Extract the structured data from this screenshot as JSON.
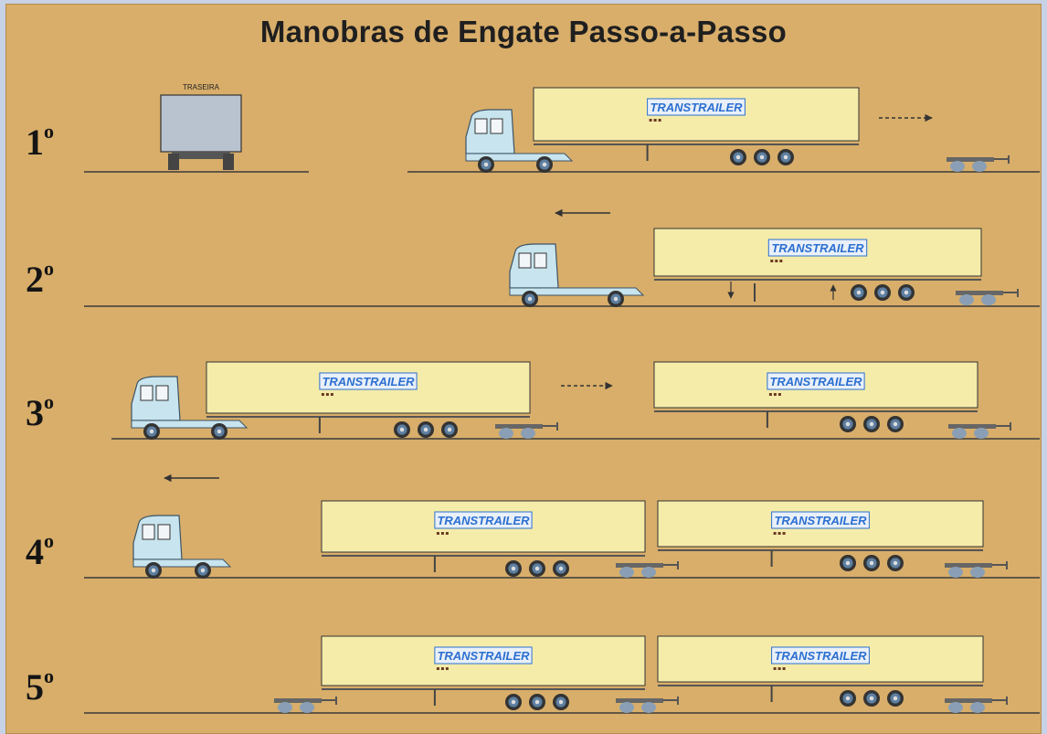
{
  "title": "Manobras de Engate Passo-a-Passo",
  "steps": [
    {
      "number": "1",
      "suffix": "o"
    },
    {
      "number": "2",
      "suffix": "o"
    },
    {
      "number": "3",
      "suffix": "o"
    },
    {
      "number": "4",
      "suffix": "o"
    },
    {
      "number": "5",
      "suffix": "o"
    }
  ],
  "brand": "TRANSTRAILER",
  "rear_view_label": "TRASEIRA",
  "colors": {
    "background": "#d8ae6a",
    "cab": "#c8e4ee",
    "trailer": "#f5ecaa",
    "brand_text": "#2c6fd1",
    "wheel": "#5d7fa1"
  }
}
